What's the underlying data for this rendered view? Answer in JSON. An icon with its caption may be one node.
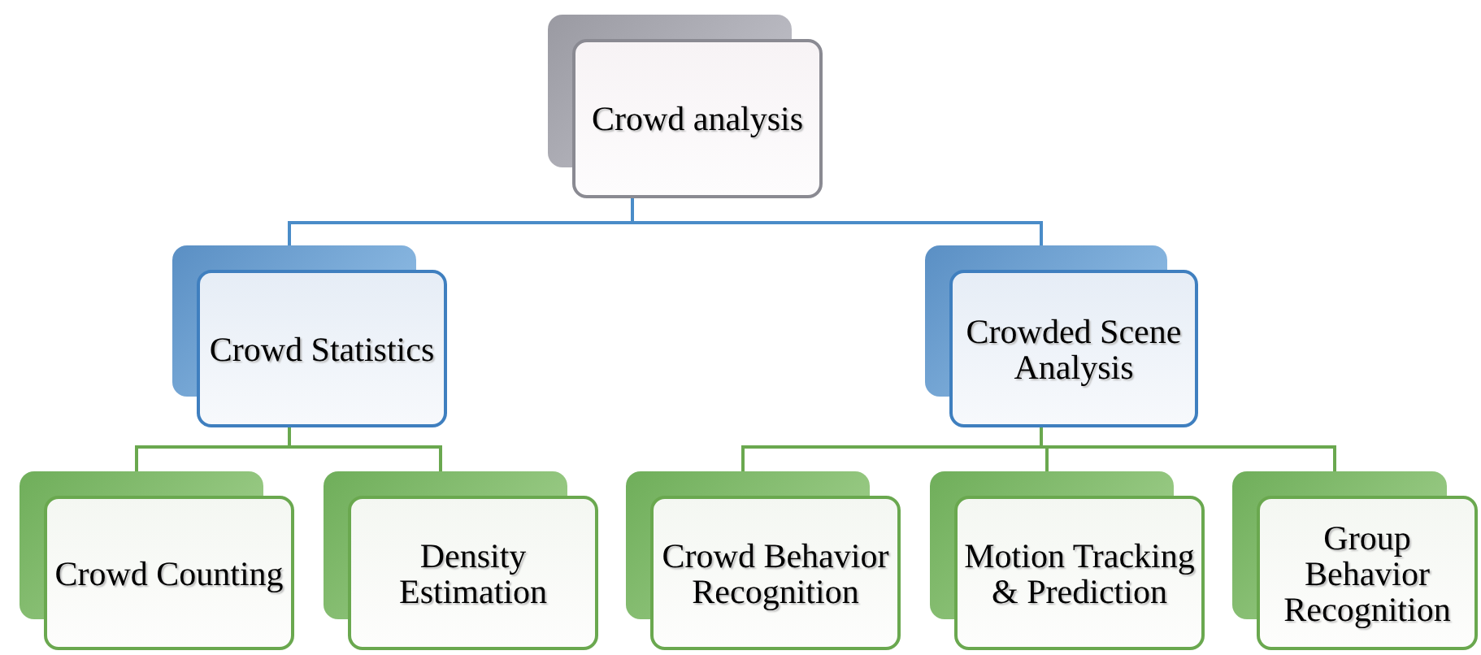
{
  "diagram": {
    "nodes": [
      {
        "text": [
          "Crowd analysis"
        ]
      },
      {
        "text": [
          "Crowd Statistics"
        ]
      },
      {
        "text": [
          "Crowded Scene Analysis"
        ]
      },
      {
        "text": [
          "Crowd Counting"
        ]
      },
      {
        "text": [
          "Density Estimation"
        ]
      },
      {
        "text": [
          "Crowd Behavior Recognition"
        ]
      },
      {
        "text": [
          "Motion Tracking & Prediction"
        ]
      },
      {
        "text": [
          "Group Behavior Recognition"
        ]
      }
    ],
    "edges": [
      {
        "from": 0,
        "to": 1,
        "arrow": "none",
        "color": "#4a8cc8"
      },
      {
        "from": 0,
        "to": 2,
        "arrow": "none",
        "color": "#4a8cc8"
      },
      {
        "from": 1,
        "to": 3,
        "arrow": "none"
      },
      {
        "from": 1,
        "to": 4,
        "arrow": "none"
      },
      {
        "from": 2,
        "to": 5,
        "arrow": "none"
      },
      {
        "from": 2,
        "to": 6,
        "arrow": "none"
      },
      {
        "from": 2,
        "to": 7,
        "arrow": "none"
      }
    ]
  }
}
